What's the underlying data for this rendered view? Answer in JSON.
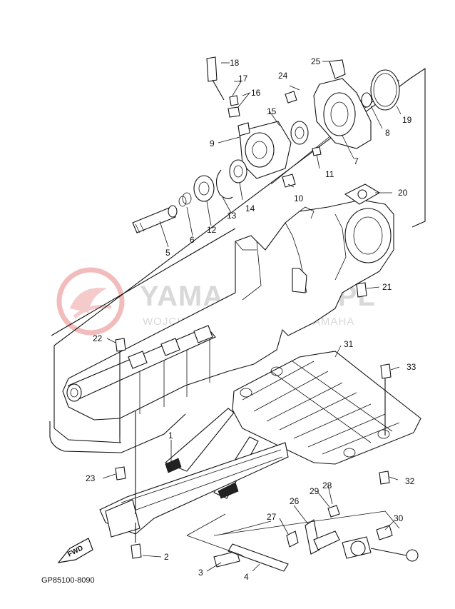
{
  "diagram": {
    "code": "GP85100-8090",
    "fwd_label": "FWD",
    "watermark": {
      "main": "YAMA-SKLEP.PL",
      "sub": "WOJCIECHOWICZ | DEALER YAMAHA"
    },
    "callouts": [
      {
        "id": "1",
        "label": "1"
      },
      {
        "id": "2",
        "label": "2"
      },
      {
        "id": "3",
        "label": "3"
      },
      {
        "id": "4",
        "label": "4"
      },
      {
        "id": "5",
        "label": "5"
      },
      {
        "id": "6",
        "label": "6"
      },
      {
        "id": "7",
        "label": "7"
      },
      {
        "id": "8",
        "label": "8"
      },
      {
        "id": "9",
        "label": "9"
      },
      {
        "id": "10",
        "label": "10"
      },
      {
        "id": "11",
        "label": "11"
      },
      {
        "id": "12",
        "label": "12"
      },
      {
        "id": "13",
        "label": "13"
      },
      {
        "id": "14",
        "label": "14"
      },
      {
        "id": "15",
        "label": "15"
      },
      {
        "id": "16",
        "label": "16"
      },
      {
        "id": "17",
        "label": "17"
      },
      {
        "id": "18",
        "label": "18"
      },
      {
        "id": "19",
        "label": "19"
      },
      {
        "id": "20",
        "label": "20"
      },
      {
        "id": "21",
        "label": "21"
      },
      {
        "id": "22",
        "label": "22"
      },
      {
        "id": "23",
        "label": "23"
      },
      {
        "id": "24",
        "label": "24"
      },
      {
        "id": "25",
        "label": "25"
      },
      {
        "id": "26",
        "label": "26"
      },
      {
        "id": "27",
        "label": "27"
      },
      {
        "id": "28",
        "label": "28"
      },
      {
        "id": "29",
        "label": "29"
      },
      {
        "id": "30",
        "label": "30"
      },
      {
        "id": "31",
        "label": "31"
      },
      {
        "id": "32",
        "label": "32"
      },
      {
        "id": "33",
        "label": "33"
      }
    ]
  }
}
